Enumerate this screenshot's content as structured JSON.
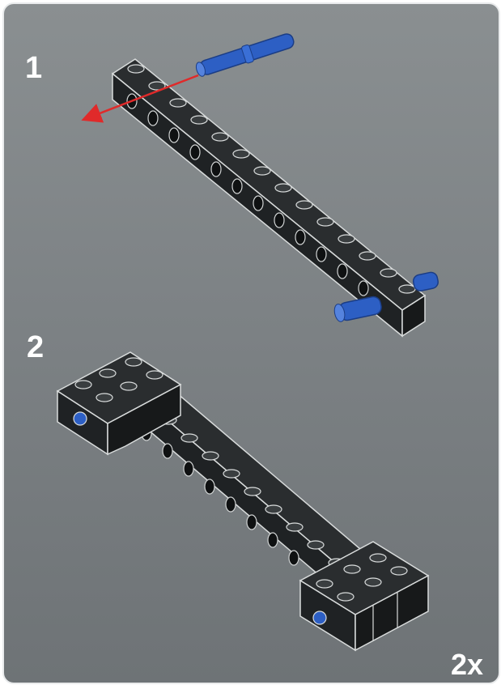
{
  "steps": [
    {
      "number": "1"
    },
    {
      "number": "2"
    }
  ],
  "quantity_label": "2x",
  "colors": {
    "background": "#7d8285",
    "beam": "#1f2224",
    "outline": "#d9dcdc",
    "pin": "#2d5fc4",
    "arrow": "#e02a2a",
    "text": "#ffffff"
  },
  "icons": [
    "technic-beam-icon",
    "blue-pin-icon",
    "red-arrow-icon"
  ]
}
